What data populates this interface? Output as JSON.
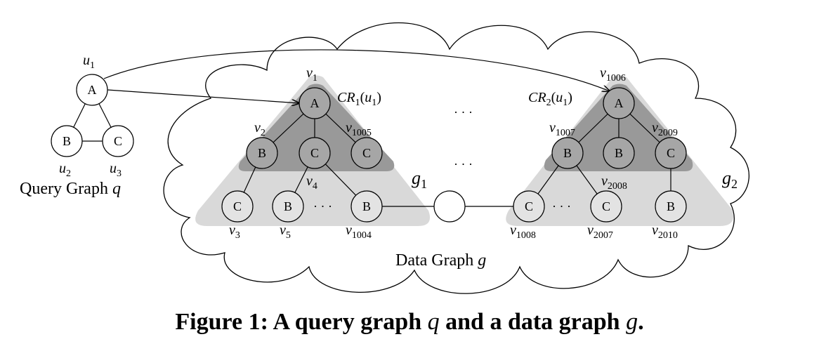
{
  "query_graph": {
    "label": "Query Graph",
    "var": "q",
    "nodes": [
      {
        "id": "u1",
        "label": "A",
        "name": "u",
        "sub": "1"
      },
      {
        "id": "u2",
        "label": "B",
        "name": "u",
        "sub": "2"
      },
      {
        "id": "u3",
        "label": "C",
        "name": "u",
        "sub": "3"
      }
    ]
  },
  "data_graph": {
    "label": "Data Graph",
    "var": "g",
    "ellipsis": "· · ·",
    "g1": {
      "name": "g",
      "sub": "1",
      "cr": {
        "prefix": "CR",
        "sub": "1",
        "arg": "u",
        "argsub": "1"
      }
    },
    "g2": {
      "name": "g",
      "sub": "2",
      "cr": {
        "prefix": "CR",
        "sub": "2",
        "arg": "u",
        "argsub": "1"
      }
    },
    "nodes": [
      {
        "id": "v1",
        "label": "A",
        "name": "v",
        "sub": "1"
      },
      {
        "id": "v2",
        "label": "B",
        "name": "v",
        "sub": "2"
      },
      {
        "id": "c1",
        "label": "C",
        "name": "",
        "sub": ""
      },
      {
        "id": "v1005",
        "label": "C",
        "name": "v",
        "sub": "1005"
      },
      {
        "id": "v3",
        "label": "C",
        "name": "v",
        "sub": "3"
      },
      {
        "id": "v5",
        "label": "B",
        "name": "v",
        "sub": "5"
      },
      {
        "id": "v4",
        "label": "",
        "name": "v",
        "sub": "4"
      },
      {
        "id": "v1004",
        "label": "B",
        "name": "v",
        "sub": "1004"
      },
      {
        "id": "v1006",
        "label": "A",
        "name": "v",
        "sub": "1006"
      },
      {
        "id": "v1007",
        "label": "B",
        "name": "v",
        "sub": "1007"
      },
      {
        "id": "b1",
        "label": "B",
        "name": "",
        "sub": ""
      },
      {
        "id": "v2009",
        "label": "C",
        "name": "v",
        "sub": "2009"
      },
      {
        "id": "v1008",
        "label": "C",
        "name": "v",
        "sub": "1008"
      },
      {
        "id": "v2007",
        "label": "C",
        "name": "v",
        "sub": "2007"
      },
      {
        "id": "v2008",
        "label": "",
        "name": "v",
        "sub": "2008"
      },
      {
        "id": "v2010",
        "label": "B",
        "name": "v",
        "sub": "2010"
      }
    ]
  },
  "caption": {
    "prefix": "Figure 1: A query graph",
    "q": "q",
    "middle": "and a data graph",
    "g": "g",
    "suffix": "."
  },
  "colors": {
    "light_region": "#d9d9d9",
    "dark_region": "#999999",
    "node_fill_light": "#e3e3e3",
    "node_fill_dark": "#a6a6a6",
    "stroke": "#000000"
  }
}
